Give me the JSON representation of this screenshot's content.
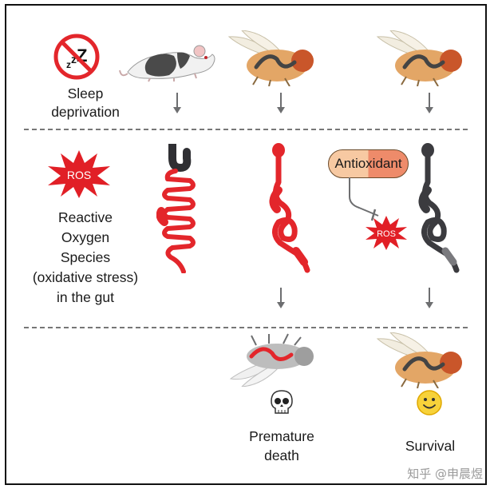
{
  "sleep": {
    "label_line1": "Sleep",
    "label_line2": "deprivation",
    "icon": "no-sleep-icon"
  },
  "ros_badge": {
    "text": "ROS"
  },
  "ros_label": {
    "line1": "Reactive",
    "line2": "Oxygen",
    "line3": "Species",
    "line4": "(oxidative stress)",
    "line5": "in the gut"
  },
  "antioxidant": {
    "label": "Antioxidant"
  },
  "ros_small": {
    "text": "ROS"
  },
  "outcomes": {
    "death_line1": "Premature",
    "death_line2": "death",
    "survival": "Survival",
    "skull_glyph": "💀",
    "smile_glyph": "☺"
  },
  "watermark": "知乎 @申晨煜",
  "colors": {
    "gut_red": "#e3262b",
    "gut_dark": "#3b3b3f",
    "ros_red": "#e11f26",
    "arrow_gray": "#6d6e70"
  }
}
